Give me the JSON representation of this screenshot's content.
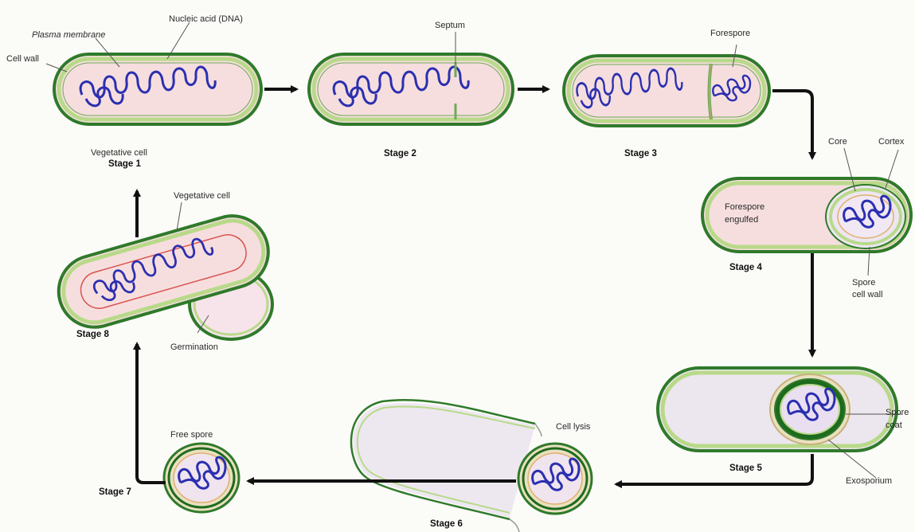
{
  "colors": {
    "wall_outer": "#2f7a2a",
    "wall_inner": "#b9d98a",
    "cytoplasm": "#f6dede",
    "dna": "#2b2fb0",
    "membrane": "#c8b27a",
    "arrow": "#111111"
  },
  "labels": {
    "plasma_membrane": "Plasma membrane",
    "nucleic_acid": "Nucleic acid (DNA)",
    "cell_wall": "Cell wall",
    "septum": "Septum",
    "forespore": "Forespore",
    "core": "Core",
    "cortex": "Cortex",
    "forespore_engulfed": "Forespore engulfed",
    "spore_cell_wall": "Spore cell wall",
    "spore_coat": "Spore coat",
    "exosporium": "Exosporium",
    "cell_lysis": "Cell lysis",
    "free_spore": "Free spore",
    "germination": "Germination",
    "vegetative_cell_top": "Vegetative cell",
    "vegetative_cell_stage8": "Vegetative cell"
  },
  "stages": {
    "s1": "Stage 1",
    "s2": "Stage 2",
    "s3": "Stage 3",
    "s4": "Stage 4",
    "s5": "Stage 5",
    "s6": "Stage 6",
    "s7": "Stage 7",
    "s8": "Stage 8"
  }
}
